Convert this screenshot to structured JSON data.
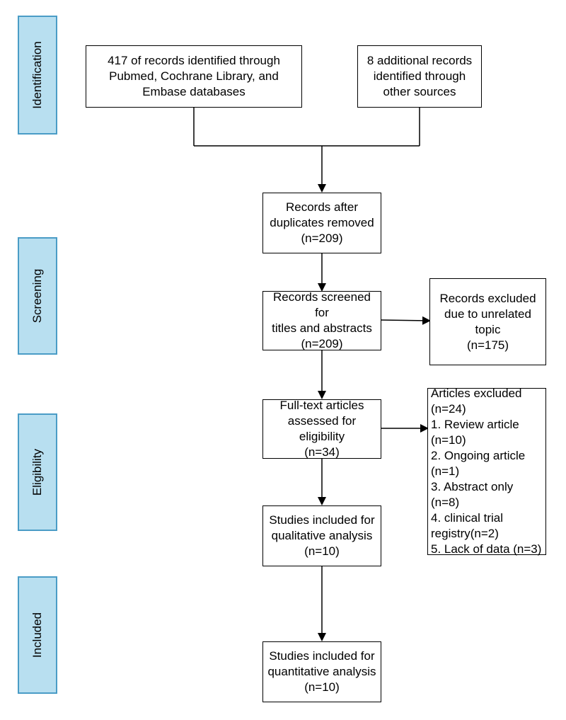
{
  "stages": {
    "identification": "Identification",
    "screening": "Screening",
    "eligibility": "Eligibility",
    "included": "Included"
  },
  "boxes": {
    "records_db": "417 of records identified through\nPubmed, Cochrane Library, and\nEmbase databases",
    "records_other": "8 additional records\nidentified through\nother sources",
    "after_duplicates": "Records after\nduplicates removed\n(n=209)",
    "screened": "Records screened for\ntitles and abstracts\n(n=209)",
    "excluded_topic": "Records excluded\ndue to unrelated topic\n(n=175)",
    "fulltext": "Full-text articles\nassessed for eligibility\n(n=34)",
    "articles_excluded": "Articles excluded\n(n=24)\n1. Review article\n(n=10)\n2. Ongoing article\n(n=1)\n3. Abstract only (n=8)\n4. clinical trial\nregistry(n=2)\n5. Lack of data (n=3)",
    "qualitative": "Studies included for\nqualitative analysis\n(n=10)",
    "quantitative": "Studies included for\nquantitative analysis\n(n=10)"
  },
  "colors": {
    "stage_fill": "#b8dff0",
    "stage_border": "#4a9cc6",
    "box_border": "#000000",
    "line": "#000000"
  }
}
